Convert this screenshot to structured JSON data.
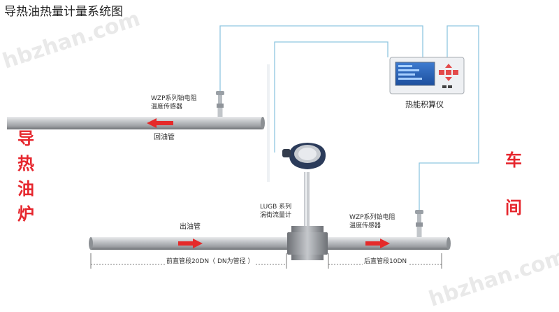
{
  "diagram": {
    "title": "导热油热量计量系统图",
    "left_side_label": "导热油炉",
    "right_side_label": "车间",
    "return_pipe_label": "回油管",
    "outlet_pipe_label": "出油管",
    "sensor_top": [
      "WZP系列铂电阻",
      "温度传感器"
    ],
    "sensor_bottom": [
      "WZP系列铂电阻",
      "温度传感器"
    ],
    "flowmeter": [
      "LUGB 系列",
      "涡街流量计"
    ],
    "instrument_label": "热能积算仪",
    "dim_front": "前直管段20DN（ DN为管径 ）",
    "dim_rear": "后直管段10DN",
    "watermark": "hbzhan.com",
    "colors": {
      "pipe": "#a9acaf",
      "arrow": "#e52a2a",
      "wire": "#8fc6e0",
      "accent": "#e6262d"
    }
  }
}
